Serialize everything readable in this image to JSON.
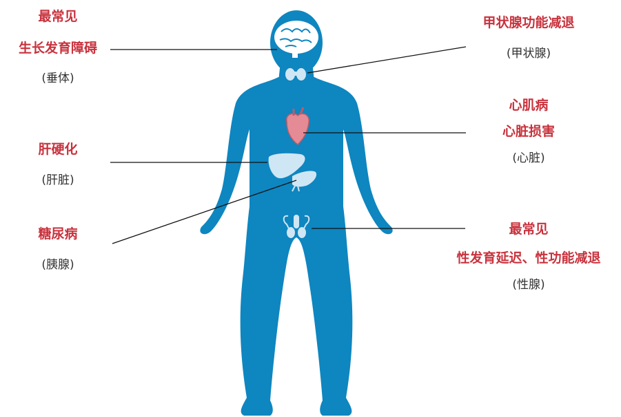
{
  "colors": {
    "body": "#0e86c0",
    "organ": "#cfe6f4",
    "heart": "#e48b95",
    "highlight_text": "#c8323d",
    "caption_text": "#333333",
    "leader_line": "#111111"
  },
  "labels": {
    "pituitary": {
      "title1": "最常见",
      "title2": "生长发育障碍",
      "organ": "(垂体)"
    },
    "thyroid": {
      "title": "甲状腺功能减退",
      "organ": "(甲状腺)"
    },
    "heart": {
      "title1": "心肌病",
      "title2": "心脏损害",
      "organ": "(心脏)"
    },
    "liver": {
      "title": "肝硬化",
      "organ": "(肝脏)"
    },
    "pancreas": {
      "title": "糖尿病",
      "organ": "(胰腺)"
    },
    "gonads": {
      "title1": "最常见",
      "title2": "性发育延迟、性功能减退",
      "organ": "(性腺)"
    }
  }
}
